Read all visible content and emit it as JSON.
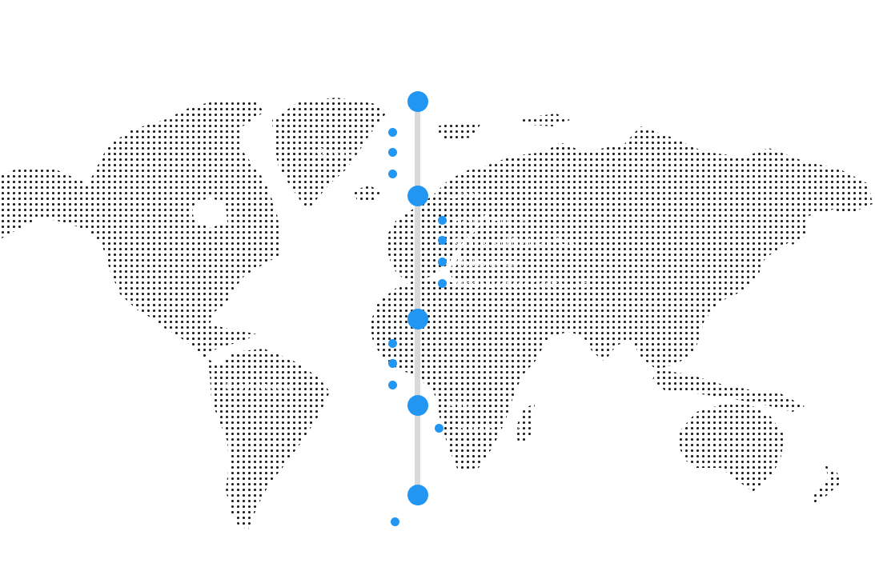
{
  "map": {
    "dot_color": "#1a1a1a",
    "background": "#ffffff"
  },
  "timeline": {
    "accent": "#2196f3",
    "line_color": "#d9d9d9",
    "nodes": [
      {
        "kind": "major",
        "label": ""
      },
      {
        "kind": "minor",
        "label": "Greenland"
      },
      {
        "kind": "minor",
        "label": ""
      },
      {
        "kind": "minor",
        "label": ""
      },
      {
        "kind": "major",
        "label": "Europe"
      },
      {
        "kind": "minor",
        "label": "Eastern Europe"
      },
      {
        "kind": "minor",
        "label": "Central and Northern Asia"
      },
      {
        "kind": "minor",
        "label": "Mediterranean"
      },
      {
        "kind": "minor",
        "label": "Middle East and Central Asia"
      },
      {
        "kind": "major",
        "label": ""
      },
      {
        "kind": "minor",
        "label": ""
      },
      {
        "kind": "minor",
        "label": ""
      },
      {
        "kind": "minor",
        "label": "South America"
      },
      {
        "kind": "major",
        "label": "Africa"
      },
      {
        "kind": "minor",
        "label": "Southern Africa"
      },
      {
        "kind": "major",
        "label": ""
      },
      {
        "kind": "minor",
        "label": ""
      }
    ]
  }
}
